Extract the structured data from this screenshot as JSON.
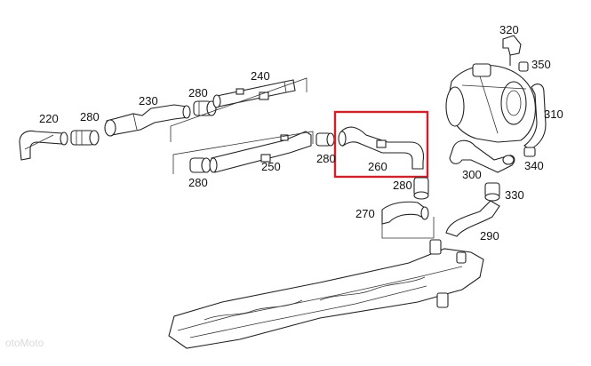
{
  "diagram": {
    "callouts": {
      "c220": "220",
      "c280a": "280",
      "c230": "230",
      "c280b": "280",
      "c240": "240",
      "c250": "250",
      "c280c": "280",
      "c280d": "280",
      "c260": "260",
      "c280e": "280",
      "c270": "270",
      "c320": "320",
      "c350": "350",
      "c310": "310",
      "c340": "340",
      "c300": "300",
      "c330": "330",
      "c290": "290"
    },
    "highlight": {
      "target": "260",
      "color": "#d0202a"
    },
    "watermark": "otoMoto"
  }
}
